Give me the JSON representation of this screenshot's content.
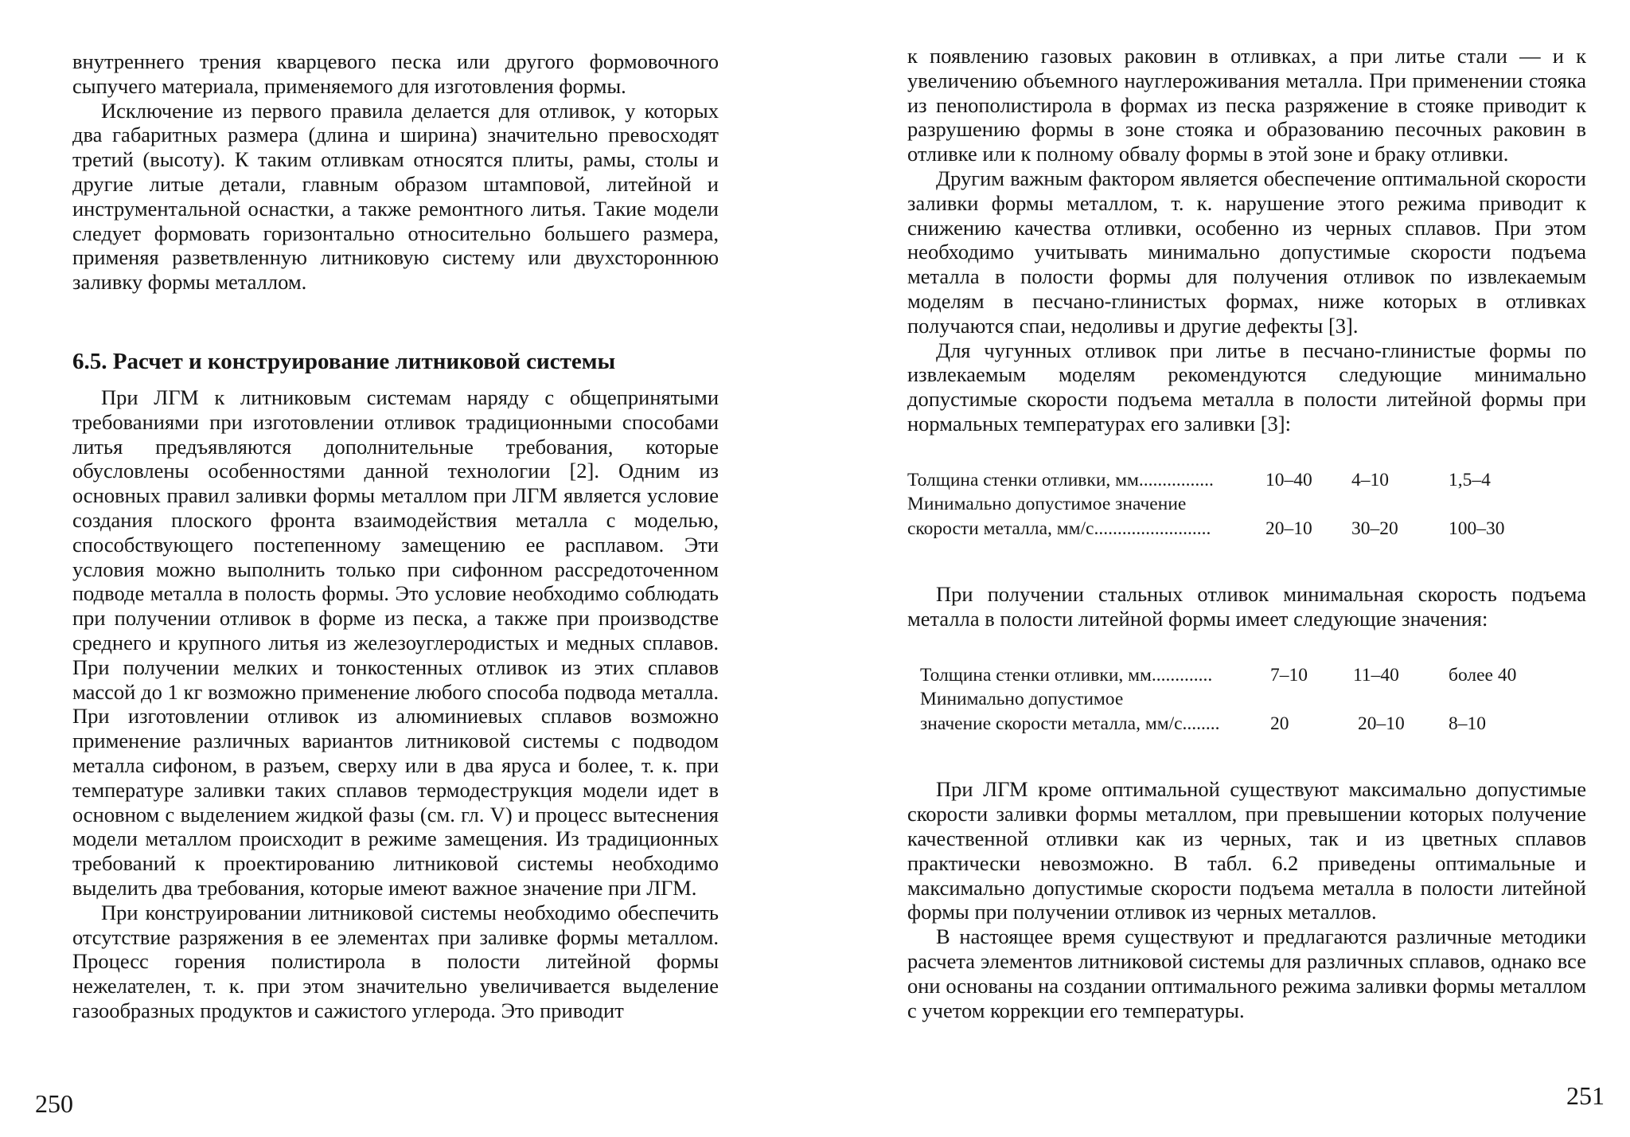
{
  "left_page": {
    "paragraphs_before_heading": [
      "внутреннего трения кварцевого песка или другого формовочного сыпучего материала, применяемого для изготовления формы.",
      "Исключение из первого правила делается для отливок, у которых два габаритных размера (длина и ширина) значительно превосходят третий (высоту). К таким отливкам относятся плиты, рамы, столы и другие литые детали, главным образом штамповой, литейной и инструментальной оснастки, а также ремонтного литья. Такие модели следует формовать горизонтально относительно большего размера, применяя разветвленную литниковую систему или двухстороннюю заливку формы металлом."
    ],
    "heading": "6.5. Расчет и конструирование литниковой системы",
    "paragraphs_after_heading": [
      "При ЛГМ к литниковым системам наряду с общепринятыми требованиями при изготовлении отливок традиционными способами литья предъявляются дополнительные требования, которые обусловлены особенностями данной технологии [2]. Одним из основных правил заливки формы металлом при ЛГМ является условие создания плоского фронта взаимодействия металла с моделью, способствующего постепенному замещению ее расплавом. Эти условия можно выполнить только при сифонном рассредоточенном подводе металла в полость формы. Это условие необходимо соблюдать при получении отливок в форме из песка, а также при производстве среднего и крупного литья из железоуглеродистых и медных сплавов. При получении мелких и тонкостенных отливок из этих сплавов массой до 1 кг возможно применение любого способа подвода металла. При изготовлении отливок из алюминиевых сплавов возможно применение различных вариантов литниковой системы с подводом металла сифоном, в разъем, сверху или в два яруса и более, т. к. при температуре заливки таких сплавов термодеструкция модели идет в основном с выделением жидкой фазы (см. гл. V) и процесс вытеснения модели металлом происходит в режиме замещения. Из традиционных требований к проектированию литниковой системы необходимо выделить два требования, которые имеют важное значение при ЛГМ.",
      "При конструировании литниковой системы необходимо обеспечить отсутствие разряжения в ее элементах при заливке формы металлом. Процесс горения полистирола в полости литейной формы нежелателен, т. к. при этом значительно увеличивается выделение газообразных продуктов и сажистого углерода. Это приводит"
    ],
    "page_number": "250"
  },
  "right_page": {
    "paragraphs_top": [
      "к появлению газовых раковин в отливках, а при литье стали — и к увеличению объемного науглероживания металла. При применении стояка из пенополистирола в формах из песка разряжение в стояке приводит к разрушению формы в зоне стояка и образованию песочных раковин в отливке или к полному обвалу формы в этой зоне и браку отливки.",
      "Другим важным фактором является обеспечение оптимальной скорости заливки формы металлом, т. к. нарушение этого режима приводит к снижению качества отливки, особенно из черных сплавов. При этом необходимо учитывать минимально допустимые скорости подъема металла в полости формы для получения отливок по извлекаемым моделям в песчано-глинистых формах, ниже которых в отливках получаются спаи, недоливы и другие дефекты [3].",
      "Для чугунных отливок при литье в песчано-глинистые формы по извлекаемым моделям рекомендуются следующие минимально допустимые скорости подъема металла в полости литейной формы при нормальных температурах его заливки [3]:"
    ],
    "table1": {
      "row1_label": "Толщина стенки отливки, мм................",
      "row1_values": [
        "10–40",
        "4–10",
        "1,5–4"
      ],
      "row2_label": "Минимально допустимое значение",
      "row3_label": " скорости металла, мм/с.........................",
      "row3_values": [
        "20–10",
        "30–20",
        "100–30"
      ]
    },
    "paragraph_middle": "При получении стальных отливок минимальная скорость подъема металла в полости литейной формы имеет следующие значения:",
    "table2": {
      "row1_label": "Толщина стенки отливки, мм.............",
      "row1_values": [
        "7–10",
        "11–40",
        "более 40"
      ],
      "row2_label": "Минимально допустимое",
      "row3_label": "значение скорости металла, мм/с........",
      "row3_values": [
        "20",
        "20–10",
        "8–10"
      ]
    },
    "paragraphs_bottom": [
      "При ЛГМ кроме оптимальной существуют максимально допустимые скорости заливки формы металлом, при превышении которых получение качественной отливки как из черных, так и из цветных сплавов практически невозможно. В табл. 6.2 приведены оптимальные и максимально допустимые скорости подъема металла в полости литейной формы при получении отливок из черных металлов.",
      "В настоящее время существуют и предлагаются различные методики расчета элементов литниковой системы для различных сплавов, однако все они основаны на создании оптимального режима заливки формы металлом с учетом коррекции его температуры."
    ],
    "page_number": "251"
  }
}
